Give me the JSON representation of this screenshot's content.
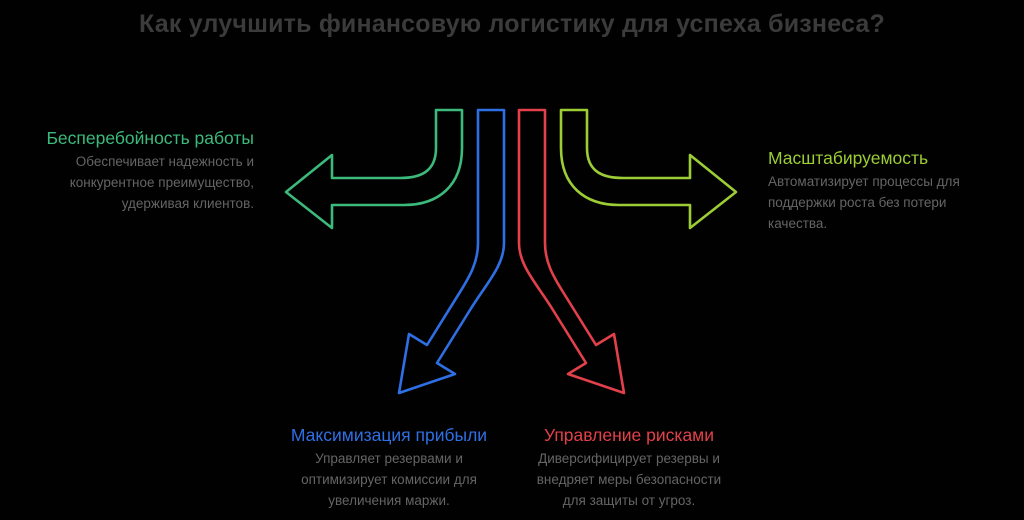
{
  "page": {
    "background_color": "#010101",
    "title": "Как улучшить финансовую логистику для успеха бизнеса?",
    "title_color": "#3b3b3b"
  },
  "chart_data": {
    "type": "diagram",
    "subtype": "four-way-diverging-arrows",
    "title": "Как улучшить финансовую логистику для успеха бизнеса?",
    "description_color": "#656565",
    "branches": [
      {
        "id": "continuity",
        "direction": "left",
        "color": "#3cba7c",
        "heading": "Бесперебойность работы",
        "body": "Обеспечивает надежность и конкурентное преимущество, удерживая клиентов.",
        "text_align": "right"
      },
      {
        "id": "profit",
        "direction": "down-left",
        "color": "#2f6fe4",
        "heading": "Максимизация прибыли",
        "body": "Управляет резервами и оптимизирует комиссии для увеличения маржи.",
        "text_align": "center"
      },
      {
        "id": "risk",
        "direction": "down-right",
        "color": "#e2404a",
        "heading": "Управление рисками",
        "body": "Диверсифицирует резервы и внедряет меры безопасности для защиты от угроз.",
        "text_align": "center"
      },
      {
        "id": "scalability",
        "direction": "right",
        "color": "#9ccd35",
        "heading": "Масштабируемость",
        "body": "Автоматизирует процессы для поддержки роста без потери качества.",
        "text_align": "left"
      }
    ]
  }
}
